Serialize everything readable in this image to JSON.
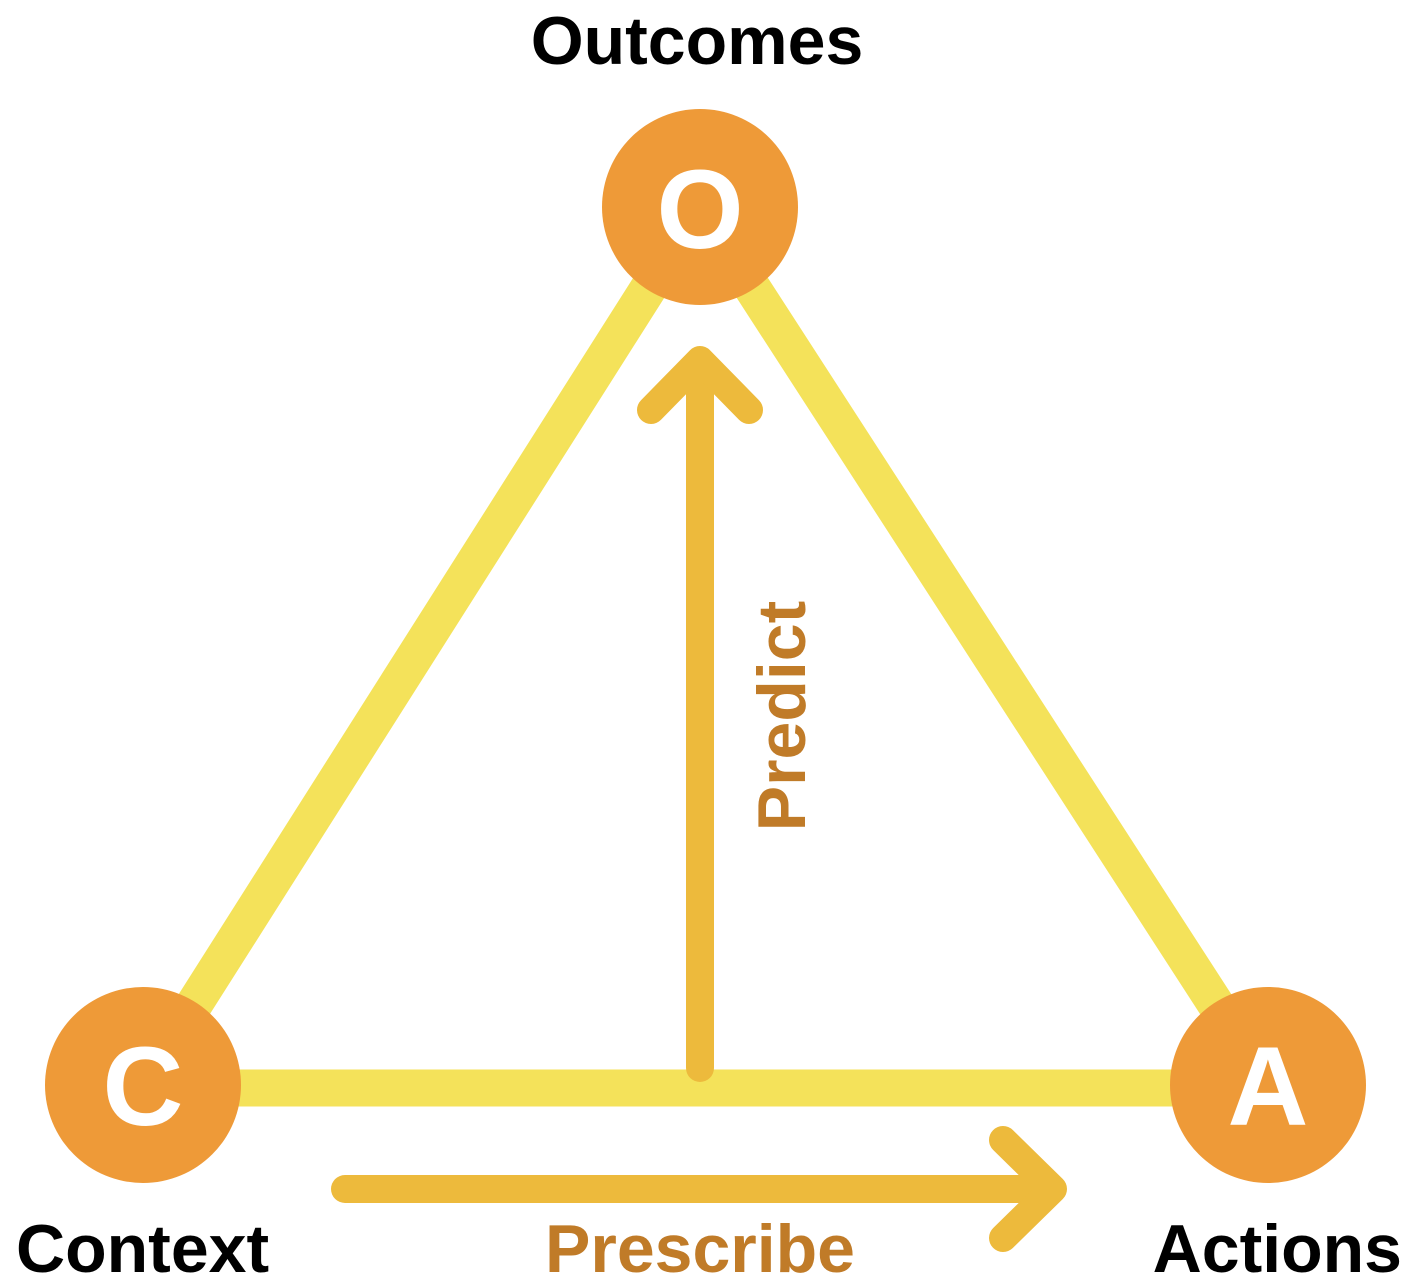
{
  "colors": {
    "triangle_edge": "#F4E25A",
    "node_fill": "#EE9A38",
    "node_letter": "#FFFFFF",
    "arrow": "#EDBA3C",
    "arrow_label": "#C07B28",
    "node_name": "#000000"
  },
  "nodes": {
    "outcomes": {
      "letter": "O",
      "name": "Outcomes"
    },
    "context": {
      "letter": "C",
      "name": "Context"
    },
    "actions": {
      "letter": "A",
      "name": "Actions"
    }
  },
  "arrows": {
    "predict": {
      "label": "Predict"
    },
    "prescribe": {
      "label": "Prescribe"
    }
  }
}
